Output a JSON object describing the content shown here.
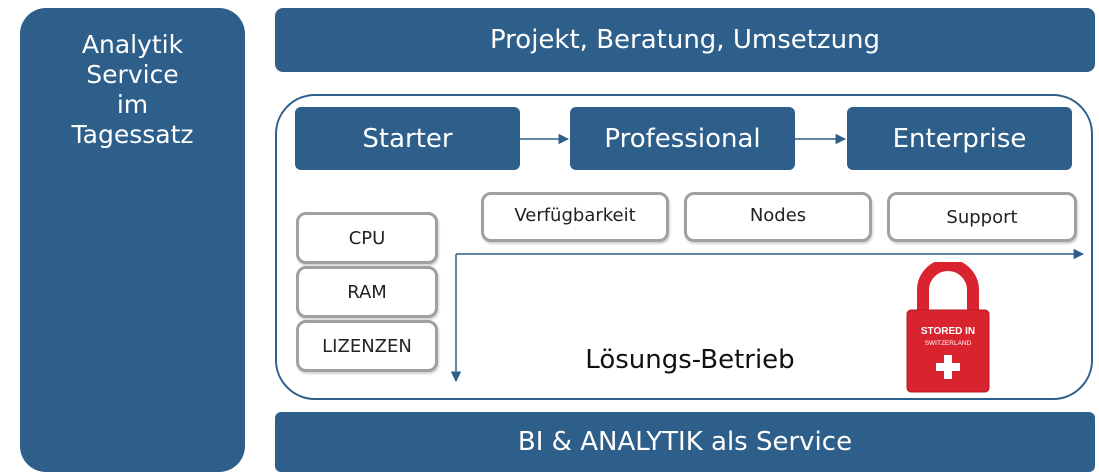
{
  "left_panel": {
    "lines": [
      "Analytik",
      "Service",
      "im",
      "Tagessatz"
    ]
  },
  "top_bar": {
    "label": "Projekt, Beratung, Umsetzung"
  },
  "bottom_bar": {
    "label": "BI & ANALYTIK als Service"
  },
  "tiers": [
    {
      "label": "Starter"
    },
    {
      "label": "Professional"
    },
    {
      "label": "Enterprise"
    }
  ],
  "resources": [
    {
      "label": "CPU"
    },
    {
      "label": "RAM"
    },
    {
      "label": "LIZENZEN"
    }
  ],
  "features": [
    {
      "label": "Verfügbarkeit"
    },
    {
      "label": "Nodes"
    },
    {
      "label": "Support"
    }
  ],
  "operation_label": "Lösungs-Betrieb",
  "badge": {
    "line1": "STORED IN",
    "line2": "SWITZERLAND",
    "icon": "padlock-icon"
  },
  "colors": {
    "navy": "#2e5f8a",
    "box_border": "#a0a0a0",
    "lock_red": "#d9232e"
  }
}
